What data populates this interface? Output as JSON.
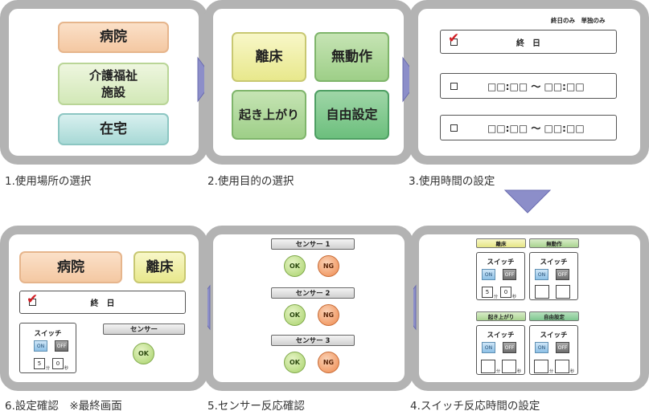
{
  "step1": {
    "caption": "1.使用場所の選択",
    "hospital": "病院",
    "care_line1": "介護福祉",
    "care_line2": "施設",
    "home": "在宅"
  },
  "step2": {
    "caption": "2.使用目的の選択",
    "leave_bed": "離床",
    "no_motion": "無動作",
    "wake": "起き上がり",
    "free": "自由設定"
  },
  "step3": {
    "caption": "3.使用時間の設定",
    "options_label": "終日のみ　単独のみ",
    "all_day": "終　日",
    "time_range_1": "□□:□□ ～ □□:□□",
    "time_range_2": "□□:□□ ～ □□:□□"
  },
  "step4": {
    "caption": "4.スイッチ反応時間の設定",
    "panels": [
      {
        "tag": "離床",
        "switch": "スイッチ",
        "on": "ON",
        "off": "OFF",
        "min": "5",
        "min_unit": "分",
        "sec": "0",
        "sec_unit": "秒"
      },
      {
        "tag": "無動作",
        "switch": "スイッチ",
        "on": "ON",
        "off": "OFF",
        "min": "",
        "min_unit": "",
        "sec": "",
        "sec_unit": ""
      },
      {
        "tag": "起き上がり",
        "switch": "スイッチ",
        "on": "ON",
        "off": "OFF",
        "min": "",
        "min_unit": "分",
        "sec": "",
        "sec_unit": "秒"
      },
      {
        "tag": "自由設定",
        "switch": "スイッチ",
        "on": "ON",
        "off": "OFF",
        "min": "",
        "min_unit": "分",
        "sec": "",
        "sec_unit": "秒"
      }
    ]
  },
  "step5": {
    "caption": "5.センサー反応確認",
    "sensors": [
      {
        "label": "センサー 1",
        "ok": "OK",
        "ng": "NG"
      },
      {
        "label": "センサー 2",
        "ok": "OK",
        "ng": "NG"
      },
      {
        "label": "センサー 3",
        "ok": "OK",
        "ng": "NG"
      }
    ]
  },
  "step6": {
    "caption": "6.設定確認　※最終画面",
    "place": "病院",
    "purpose": "離床",
    "all_day": "終　日",
    "switch": "スイッチ",
    "on": "ON",
    "off": "OFF",
    "min": "5",
    "min_unit": "分",
    "sec": "0",
    "sec_unit": "秒",
    "sensor_label": "センサー",
    "ok": "OK"
  },
  "colors": {
    "panel_border": "#b3b3b3",
    "arrow": "#8c8ec9",
    "check": "#d11f25"
  }
}
